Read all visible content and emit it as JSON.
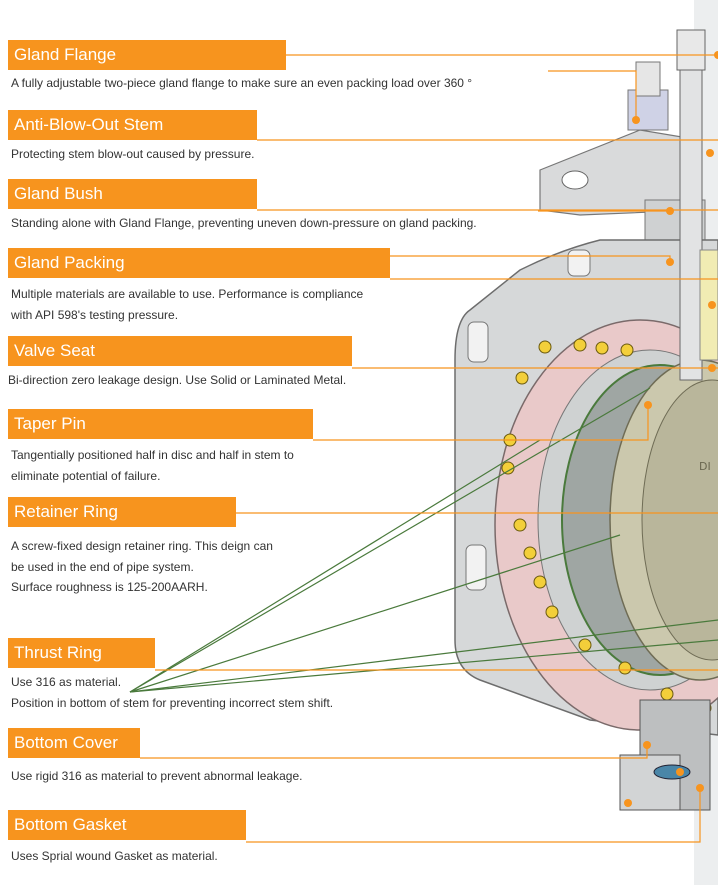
{
  "colors": {
    "accent": "#f7941e",
    "body_bg": "#ffffff",
    "valve_grey": "#d9dadb",
    "seat_pink": "#e9c9c9",
    "disc_olive": "#cbc8ad",
    "pointer_green": "#4a7a3c"
  },
  "components": [
    {
      "id": "gland-flange",
      "title": "Gland Flange",
      "lines": [
        "A fully adjustable two-piece gland flange to make sure an even packing load over 360 °"
      ]
    },
    {
      "id": "anti-blow-out-stem",
      "title": "Anti-Blow-Out Stem",
      "lines": [
        "Protecting stem blow-out caused by pressure."
      ]
    },
    {
      "id": "gland-bush",
      "title": "Gland Bush",
      "lines": [
        "Standing alone with Gland Flange, preventing uneven down-pressure on gland packing."
      ]
    },
    {
      "id": "gland-packing",
      "title": "Gland Packing",
      "lines": [
        "Multiple materials are available to use. Performance is compliance",
        "with API 598's testing pressure."
      ]
    },
    {
      "id": "valve-seat",
      "title": "Valve Seat",
      "lines": [
        "Bi-direction zero leakage design. Use Solid or Laminated Metal."
      ]
    },
    {
      "id": "taper-pin",
      "title": "Taper Pin",
      "lines": [
        "Tangentially positioned half in disc and half in stem to",
        "eliminate potential of failure."
      ]
    },
    {
      "id": "retainer-ring",
      "title": "Retainer Ring",
      "lines": [
        "A screw-fixed design retainer ring. This deign can",
        "be used in the end of pipe system.",
        "Surface roughness is 125-200AARH."
      ]
    },
    {
      "id": "thrust-ring",
      "title": "Thrust Ring",
      "lines": [
        "Use 316 as material.",
        "Position in bottom of stem for preventing incorrect stem shift."
      ]
    },
    {
      "id": "bottom-cover",
      "title": "Bottom Cover",
      "lines": [
        "Use rigid 316 as material to prevent abnormal leakage."
      ]
    },
    {
      "id": "bottom-gasket",
      "title": "Bottom Gasket",
      "lines": [
        "Uses Sprial wound Gasket  as material."
      ]
    }
  ]
}
